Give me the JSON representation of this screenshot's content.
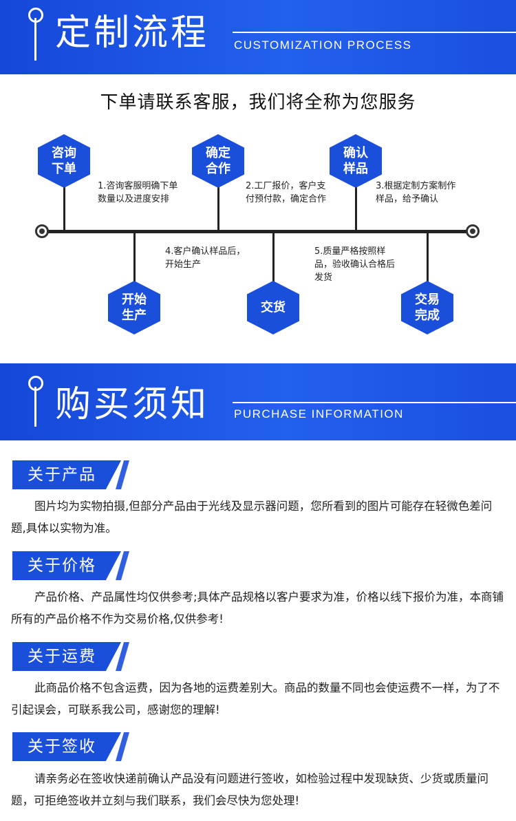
{
  "section1": {
    "title": "定制流程",
    "subtitle": "CUSTOMIZATION PROCESS"
  },
  "headline": "下单请联系客服，我们将全称为您服务",
  "steps": [
    {
      "badge_line1": "咨询",
      "badge_line2": "下单",
      "text": "1.咨询客服明确下单数量以及进度安排"
    },
    {
      "badge_line1": "确定",
      "badge_line2": "合作",
      "text": "2.工厂报价，客户支付预付款，确定合作"
    },
    {
      "badge_line1": "确认",
      "badge_line2": "样品",
      "text": "3.根据定制方案制作样品，给予确认"
    },
    {
      "badge_line1": "开始",
      "badge_line2": "生产",
      "text": "4.客户确认样品后，开始生产"
    },
    {
      "badge_line1": "交货",
      "badge_line2": "",
      "text": "5.质量严格按照样品，验收确认合格后发货"
    },
    {
      "badge_line1": "交易",
      "badge_line2": "完成",
      "text": ""
    }
  ],
  "section2": {
    "title": "购买须知",
    "subtitle": "PURCHASE INFORMATION"
  },
  "notices": [
    {
      "label": "关于产品",
      "text": "图片均为实物拍摄,但部分产品由于光线及显示器问题，您所看到的图片可能存在轻微色差问题,具体以实物为准。"
    },
    {
      "label": "关于价格",
      "text": "产品价格、产品属性均仅供参考;具体产品规格以客户要求为准，价格以线下报价为准，本商铺所有的产品价格不作为交易价格,仅供参考!"
    },
    {
      "label": "关于运费",
      "text": "此商品价格不包含运费，因为各地的运费差别大。商品的数量不同也会使运费不一样，为了不引起误会，可联系我公司，感谢您的理解!"
    },
    {
      "label": "关于签收",
      "text": "请亲务必在签收快递前确认产品没有问题进行签收，如检验过程中发现缺货、少货或质量问题，可拒绝签收并立刻与我们联系，我们会尽快为您处理!"
    }
  ],
  "colors": {
    "brand_blue": "#1a4fdc",
    "text": "#222222",
    "background": "#ffffff"
  }
}
